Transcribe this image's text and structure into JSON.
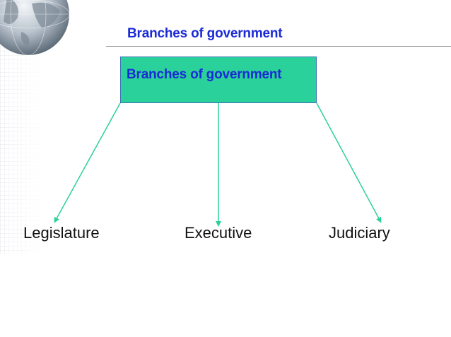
{
  "slide": {
    "title": "Branches of government"
  },
  "diagram": {
    "root": {
      "label": "Branches of government"
    },
    "branches": [
      {
        "label": "Legislature"
      },
      {
        "label": "Executive"
      },
      {
        "label": "Judiciary"
      }
    ]
  },
  "colors": {
    "title_text": "#1a2ad6",
    "box_fill": "#2bd19a",
    "box_border": "#3b6fb5",
    "connector": "#2bd19a",
    "branch_text": "#111111"
  },
  "icons": {
    "corner_decoration": "globe-icon"
  }
}
